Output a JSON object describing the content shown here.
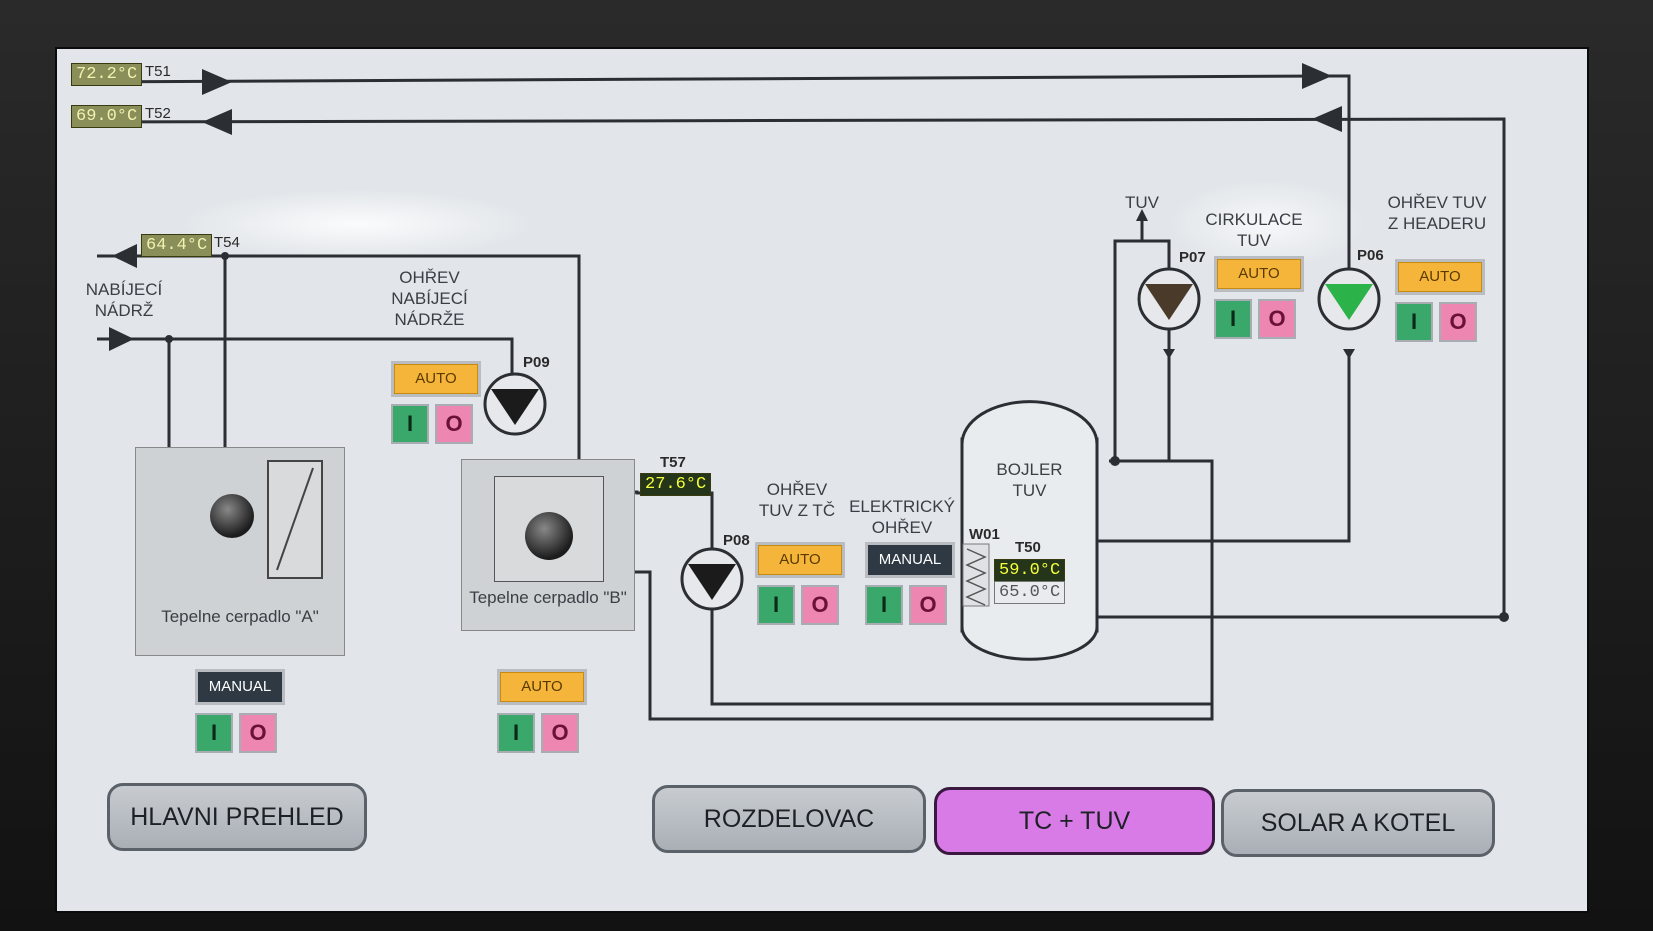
{
  "temps": {
    "t51": {
      "value": "72.2°C",
      "tag": "T51"
    },
    "t52": {
      "value": "69.0°C",
      "tag": "T52"
    },
    "t54": {
      "value": "64.4°C",
      "tag": "T54"
    },
    "t57": {
      "value": "27.6°C",
      "tag": "T57"
    },
    "t50": {
      "value": "59.0°C",
      "setpoint": "65.0°C",
      "tag": "T50"
    }
  },
  "labels": {
    "nabijeci_nadrz": "NABÍJECÍ NÁDRŽ",
    "ohrev_nabijeci": "OHŘEV NABÍJECÍ NÁDRŽE",
    "ohrev_tuv_z_tc": "OHŘEV TUV Z TČ",
    "elektricky_ohrev": "ELEKTRICKÝ OHŘEV",
    "bojler_tuv": "BOJLER TUV",
    "tuv": "TUV",
    "cirkulace_tuv": "CIRKULACE TUV",
    "ohrev_tuv_z_headeru": "OHŘEV TUV Z HEADERU",
    "hp_a": "Tepelne cerpadlo \"A\"",
    "hp_b": "Tepelne cerpadlo \"B\""
  },
  "tags": {
    "p09": "P09",
    "p08": "P08",
    "p07": "P07",
    "p06": "P06",
    "w01": "W01"
  },
  "modes": {
    "p09": "AUTO",
    "p08": "AUTO",
    "ele": "MANUAL",
    "p07": "AUTO",
    "p06": "AUTO",
    "hp_a": "MANUAL",
    "hp_b": "AUTO"
  },
  "switch": {
    "on": "I",
    "off": "O"
  },
  "nav": {
    "hlavni": "HLAVNI PREHLED",
    "rozdelovac": "ROZDELOVAC",
    "tc_tuv": "TC + TUV",
    "solar": "SOLAR A KOTEL"
  },
  "colors": {
    "pipe": "#2b2f34",
    "pump_dark": "#1b1b1b",
    "pump_brown": "#4a3a2a",
    "pump_green": "#2bb34a",
    "active_nav": "#d87be6"
  },
  "icons": [
    "pump-icon",
    "compressor-icon",
    "heat-exchanger-icon",
    "heating-coil-icon",
    "flow-arrow-icon"
  ]
}
